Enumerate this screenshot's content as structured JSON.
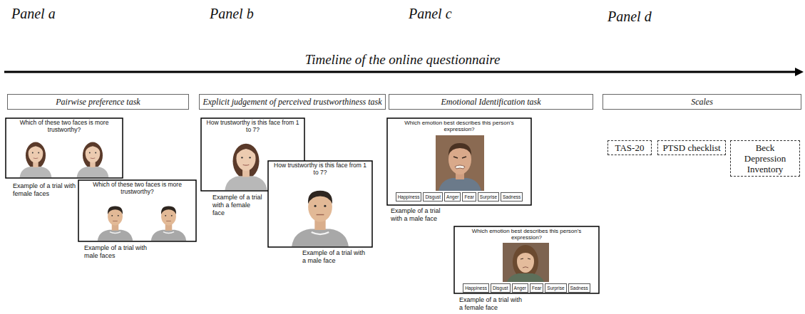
{
  "diagram": {
    "title": "Timeline of the online questionnaire",
    "nodes": [
      {
        "text": [
          "Pairwise preference task"
        ]
      },
      {
        "text": [
          "Which of these two faces is more trustworthy?"
        ]
      },
      {
        "text": [
          "Which of these two faces is more trustworthy?"
        ]
      },
      {
        "text": [
          "Explicit judgement of perceived trustworthiness task"
        ]
      },
      {
        "text": [
          "How trustworthy is this face from 1 to 7?"
        ]
      },
      {
        "text": [
          "How trustworthy is this face from 1 to 7?"
        ]
      },
      {
        "text": [
          "Emotional Identification task"
        ]
      },
      {
        "text": [
          "Which emotion best describes this person's expression?"
        ]
      },
      {
        "text": [
          "Happiness"
        ],
        "in": 7
      },
      {
        "text": [
          "Disgust"
        ],
        "in": 7
      },
      {
        "text": [
          "Anger"
        ],
        "in": 7
      },
      {
        "text": [
          "Fear"
        ],
        "in": 7
      },
      {
        "text": [
          "Surprise"
        ],
        "in": 7
      },
      {
        "text": [
          "Sadness"
        ],
        "in": 7
      },
      {
        "text": [
          "Which emotion best describes this person's expression?"
        ]
      },
      {
        "text": [
          "Happiness"
        ],
        "in": 14
      },
      {
        "text": [
          "Disgust"
        ],
        "in": 14
      },
      {
        "text": [
          "Anger"
        ],
        "in": 14
      },
      {
        "text": [
          "Fear"
        ],
        "in": 14
      },
      {
        "text": [
          "Surprise"
        ],
        "in": 14
      },
      {
        "text": [
          "Sadness"
        ],
        "in": 14
      },
      {
        "text": [
          "Scales"
        ]
      },
      {
        "text": [
          "TAS-20"
        ]
      },
      {
        "text": [
          "PTSD checklist"
        ]
      },
      {
        "text": [
          "Beck Depression Inventory"
        ]
      }
    ],
    "labels": [
      "Panel a",
      "Panel b",
      "Panel c",
      "Panel d",
      "Example of a trial with female faces",
      "Example of a trial with male faces",
      "Example of a trial with a female face",
      "Example of a trial with a male face",
      "Example of a trial with a male face",
      "Example of a trial with a female face"
    ]
  }
}
